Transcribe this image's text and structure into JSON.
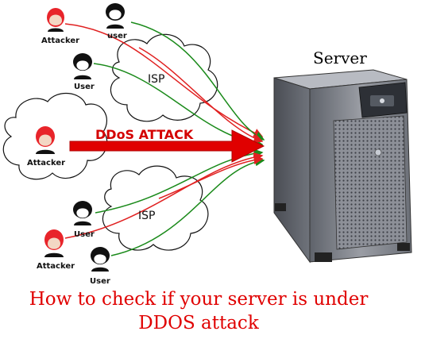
{
  "server": {
    "title": "Server"
  },
  "isp": {
    "top_label": "ISP",
    "bottom_label": "ISP"
  },
  "attack": {
    "label": "DDoS ATTACK",
    "color": "#d40000"
  },
  "nodes": {
    "attacker_top": "Attacker",
    "user_top_right": "user",
    "user_top": "User",
    "attacker_left": "Attacker",
    "user_bottom": "User",
    "attacker_bottom": "Attacker",
    "user_bottom_right": "User"
  },
  "caption": {
    "line1": "How to check if your server is under",
    "line2": "DDOS attack",
    "color": "#e00000"
  },
  "colors": {
    "attacker_link": "#e02020",
    "user_link": "#1a8a1a",
    "attacker_face": "#e8242a",
    "server_body": "#7d8088"
  }
}
